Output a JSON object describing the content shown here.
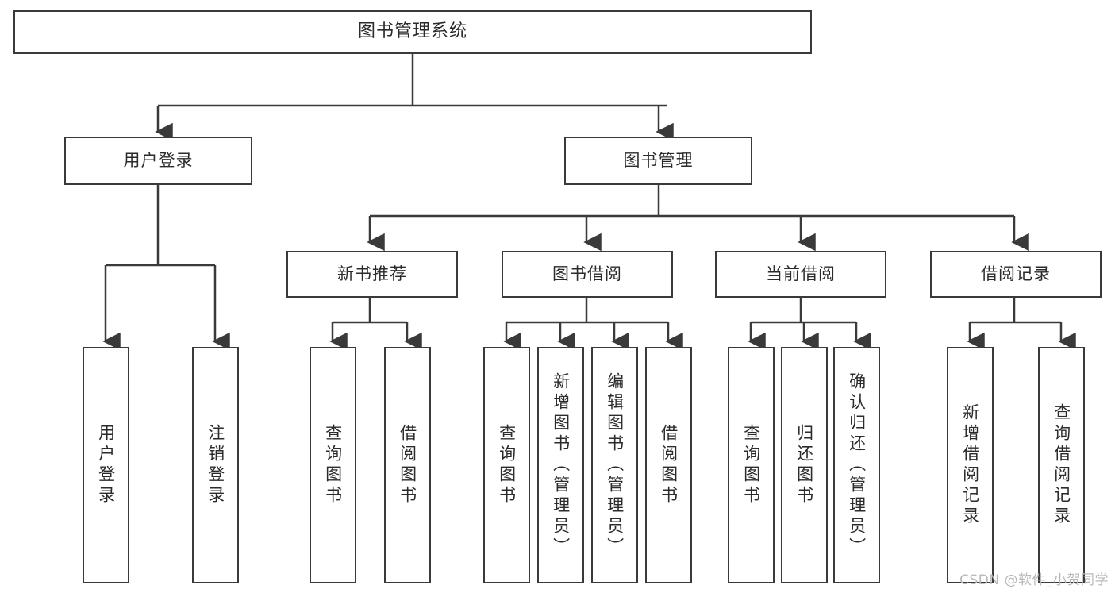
{
  "diagram": {
    "type": "tree-hierarchy",
    "title": "图书管理系统",
    "background_color": "#ffffff",
    "line_color": "#3a3a3a",
    "text_color": "#2b2b2b",
    "root": {
      "id": "root",
      "label": "图书管理系统"
    },
    "level1": [
      {
        "id": "user-login",
        "label": "用户登录"
      },
      {
        "id": "book-manage",
        "label": "图书管理"
      }
    ],
    "level2": [
      {
        "id": "new-book-recommend",
        "label": "新书推荐",
        "parent": "book-manage"
      },
      {
        "id": "book-borrow",
        "label": "图书借阅",
        "parent": "book-manage"
      },
      {
        "id": "current-borrow",
        "label": "当前借阅",
        "parent": "book-manage"
      },
      {
        "id": "borrow-record",
        "label": "借阅记录",
        "parent": "book-manage"
      }
    ],
    "leaves": [
      {
        "id": "leaf-user-login",
        "label": "用户登录",
        "parent": "user-login"
      },
      {
        "id": "leaf-user-logout",
        "label": "注销登录",
        "parent": "user-login"
      },
      {
        "id": "leaf-query-book-1",
        "label": "查询图书",
        "parent": "new-book-recommend"
      },
      {
        "id": "leaf-borrow-book-1",
        "label": "借阅图书",
        "parent": "new-book-recommend"
      },
      {
        "id": "leaf-query-book-2",
        "label": "查询图书",
        "parent": "book-borrow"
      },
      {
        "id": "leaf-add-book",
        "label": "新增图书（管理员）",
        "parent": "book-borrow"
      },
      {
        "id": "leaf-edit-book",
        "label": "编辑图书（管理员）",
        "parent": "book-borrow"
      },
      {
        "id": "leaf-borrow-book-2",
        "label": "借阅图书",
        "parent": "book-borrow"
      },
      {
        "id": "leaf-query-book-3",
        "label": "查询图书",
        "parent": "current-borrow"
      },
      {
        "id": "leaf-return-book",
        "label": "归还图书",
        "parent": "current-borrow"
      },
      {
        "id": "leaf-confirm-return",
        "label": "确认归还（管理员）",
        "parent": "current-borrow"
      },
      {
        "id": "leaf-add-record",
        "label": "新增借阅记录",
        "parent": "borrow-record"
      },
      {
        "id": "leaf-query-record",
        "label": "查询借阅记录",
        "parent": "borrow-record"
      }
    ]
  },
  "watermark": {
    "text": "CSDN @软件_小贺同学"
  }
}
